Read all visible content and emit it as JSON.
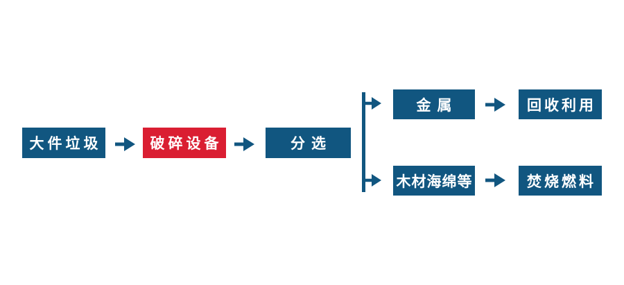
{
  "diagram": {
    "type": "flowchart",
    "language": "zh-CN",
    "colors": {
      "primary": "#115680",
      "accent": "#da1e32",
      "node_text": "#ffffff",
      "background": "#ffffff"
    },
    "nodes": [
      {
        "key": "bulky-waste",
        "label": "大件垃圾",
        "color": "primary"
      },
      {
        "key": "crushing-equipment",
        "label": "破碎设备",
        "color": "accent"
      },
      {
        "key": "sorting",
        "label": "分选",
        "color": "primary"
      },
      {
        "key": "metal",
        "label": "金属",
        "color": "primary"
      },
      {
        "key": "recycling",
        "label": "回收利用",
        "color": "primary"
      },
      {
        "key": "wood-sponge-etc",
        "label": "木材海绵等",
        "color": "primary"
      },
      {
        "key": "incineration-fuel",
        "label": "焚烧燃料",
        "color": "primary"
      }
    ],
    "edges": [
      {
        "from": "bulky-waste",
        "to": "crushing-equipment"
      },
      {
        "from": "crushing-equipment",
        "to": "sorting"
      },
      {
        "from": "sorting",
        "to": "metal"
      },
      {
        "from": "sorting",
        "to": "wood-sponge-etc"
      },
      {
        "from": "metal",
        "to": "recycling"
      },
      {
        "from": "wood-sponge-etc",
        "to": "incineration-fuel"
      }
    ]
  }
}
